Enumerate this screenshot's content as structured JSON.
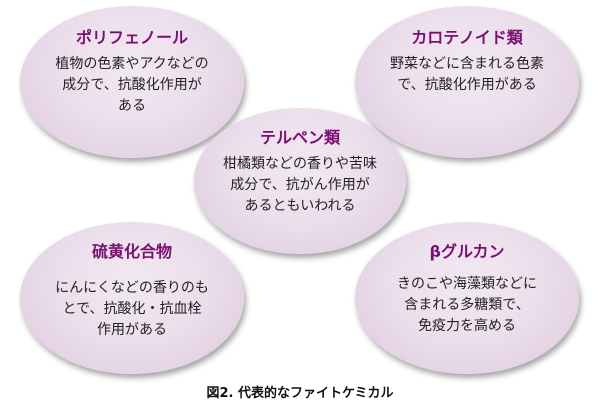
{
  "bubbles": {
    "polyphenol": {
      "title": "ポリフェノール",
      "lines": [
        "植物の色素やアクなどの",
        "成分で、抗酸化作用が",
        "ある"
      ]
    },
    "carotenoid": {
      "title": "カロテノイド類",
      "lines": [
        "野菜などに含まれる色素",
        "で、抗酸化作用がある"
      ]
    },
    "terpene": {
      "title": "テルペン類",
      "lines": [
        "柑橘類などの香りや苦味",
        "成分で、抗がん作用が",
        "あるともいわれる"
      ]
    },
    "sulfur": {
      "title": "硫黄化合物",
      "lines": [
        "にんにくなどの香りのも",
        "とで、抗酸化・抗血栓",
        "作用がある"
      ]
    },
    "beta_glucan": {
      "title": "βグルカン",
      "lines": [
        "きのこや海藻類などに",
        "含まれる多糖類で、",
        "免疫力を高める"
      ]
    }
  },
  "caption": "図2. 代表的なファイトケミカル",
  "colors": {
    "title": "#7a0f72",
    "bubble_fill": "#ecdfec",
    "body_text": "#222222"
  }
}
